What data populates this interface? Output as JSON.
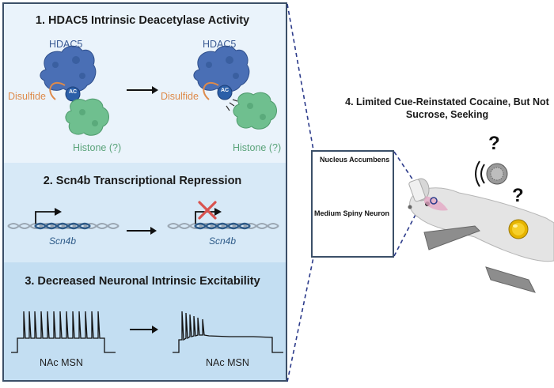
{
  "panel1": {
    "title": "1.  HDAC5 Intrinsic Deacetylase Activity",
    "hdac5_left": "HDAC5",
    "hdac5_right": "HDAC5",
    "disulfide_left": "Disulfide",
    "disulfide_right": "Disulfide",
    "ac_left": "AC",
    "ac_right": "AC",
    "histone_left": "Histone (?)",
    "histone_right": "Histone (?)"
  },
  "panel2": {
    "title": "2.  Scn4b Transcriptional Repression",
    "gene_left": "Scn4b",
    "gene_right": "Scn4b"
  },
  "panel3": {
    "title": "3.  Decreased Neuronal Intrinsic Excitability",
    "trace_left": "NAc MSN",
    "trace_right": "NAc MSN"
  },
  "inset": {
    "title_top": "Nucleus Accumbens",
    "title_bottom": "Medium Spiny Neuron"
  },
  "panel4": {
    "title": "4.  Limited Cue-Reinstated Cocaine, But Not Sucrose, Seeking",
    "q1": "?",
    "q2": "?"
  },
  "colors": {
    "hdac5": "#4a6fb5",
    "histone": "#6fbf8f",
    "disulfide": "#de8a4a",
    "dna": "#2d5a88",
    "repress_x": "#d9534f"
  }
}
